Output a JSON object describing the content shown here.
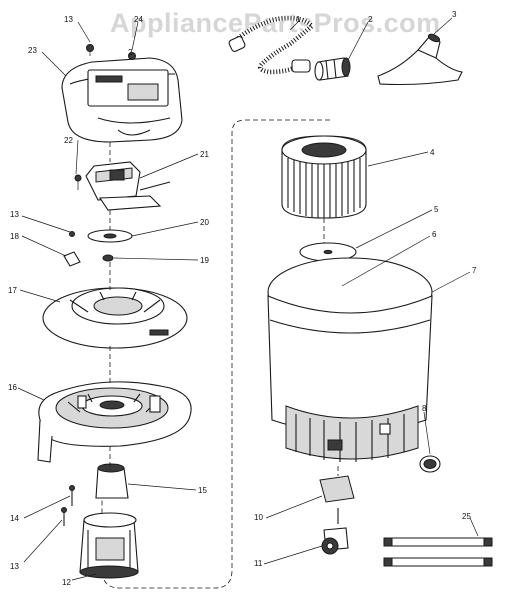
{
  "watermark": "AppliancePartsPros.com",
  "callouts": {
    "c1": "1",
    "c2": "2",
    "c3": "3",
    "c4": "4",
    "c5": "5",
    "c6": "6",
    "c7": "7",
    "c8": "8",
    "c10": "10",
    "c11": "11",
    "c12": "12",
    "c13a": "13",
    "c13b": "13",
    "c13c": "13",
    "c14": "14",
    "c15": "15",
    "c16": "16",
    "c17": "17",
    "c18": "18",
    "c19": "19",
    "c20": "20",
    "c21": "21",
    "c22": "22",
    "c23": "23",
    "c24": "24",
    "c25": "25",
    "c2b": "2"
  }
}
